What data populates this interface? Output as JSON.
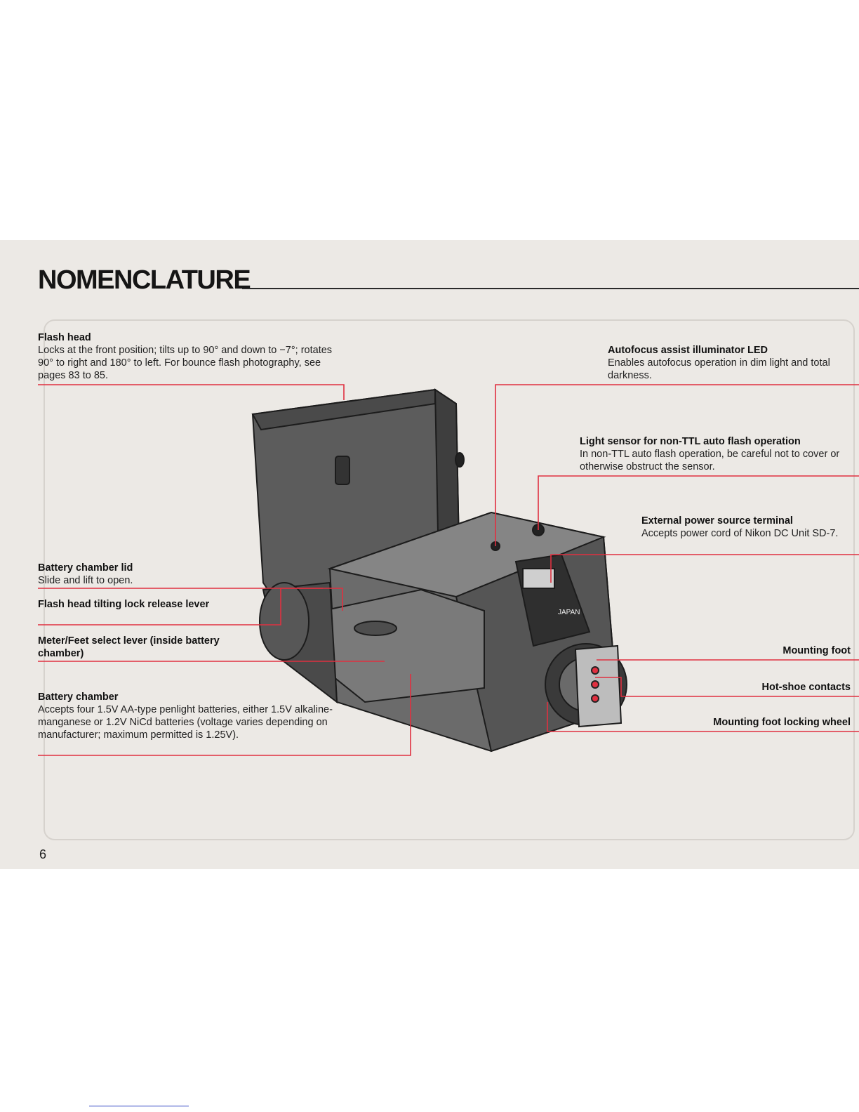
{
  "page": {
    "title": "NOMENCLATURE",
    "page_number": "6"
  },
  "colors": {
    "leader_line": "#e03040",
    "band": "#ece9e5",
    "text": "#1a1a1a"
  },
  "callouts": {
    "flash_head": {
      "heading": "Flash head",
      "text": "Locks at the front position; tilts up to 90° and down to −7°; rotates 90° to right and 180° to left. For bounce flash photography, see pages 83 to 85."
    },
    "battery_lid": {
      "heading": "Battery chamber lid",
      "text": "Slide and lift to open."
    },
    "tilt_lock": {
      "heading": "Flash head tilting lock release lever"
    },
    "meter_feet": {
      "heading": "Meter/Feet select lever (inside battery chamber)"
    },
    "battery_chamber": {
      "heading": "Battery chamber",
      "text": "Accepts four 1.5V AA-type penlight batteries, either 1.5V alkaline-manganese or 1.2V NiCd batteries (voltage varies depending on manufacturer; maximum permitted is 1.25V)."
    },
    "af_led": {
      "heading": "Autofocus assist illuminator LED",
      "text": "Enables autofocus operation in dim light and total darkness."
    },
    "light_sensor": {
      "heading": "Light sensor for non-TTL auto flash operation",
      "text": "In non-TTL auto flash operation, be careful not to cover or otherwise obstruct the sensor."
    },
    "ext_power": {
      "heading": "External power source terminal",
      "text": "Accepts power cord of Nikon DC Unit SD-7."
    },
    "mounting_foot": {
      "heading": "Mounting foot"
    },
    "hotshoe": {
      "heading": "Hot-shoe contacts"
    },
    "locking_wheel": {
      "heading": "Mounting foot locking wheel"
    }
  },
  "illustration": {
    "name": "Speedlight flash unit illustration",
    "brand_marking": "JAPAN"
  }
}
